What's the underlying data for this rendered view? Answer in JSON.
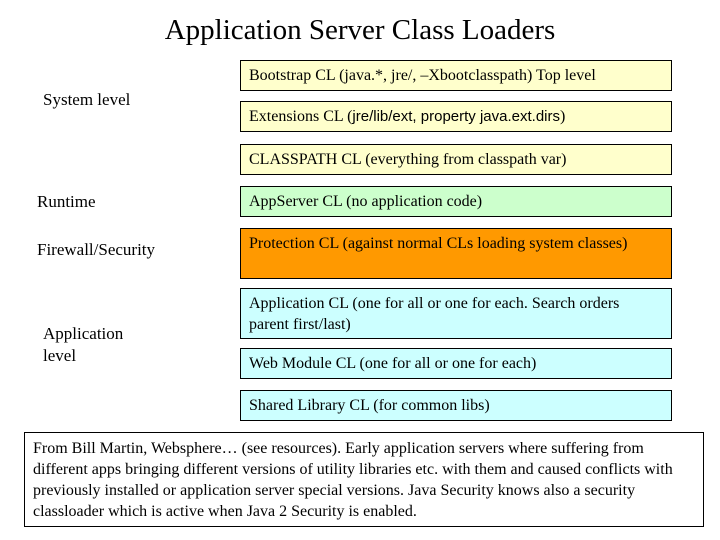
{
  "title": "Application Server Class Loaders",
  "levels": {
    "system": "System level",
    "runtime": "Runtime",
    "firewall": "Firewall/Security",
    "application": "Application level"
  },
  "loaders": {
    "bootstrap": "Bootstrap CL (java.*, jre/, –Xbootclasspath) Top level",
    "extensions_prefix": "Extensions CL (",
    "extensions_path": "jre/lib/ext, property java.ext.dirs",
    "extensions_suffix": ")",
    "classpath": "CLASSPATH CL (everything from classpath var)",
    "appserver": "AppServer CL (no application code)",
    "protection": "Protection CL (against normal CLs loading system classes)",
    "application": "Application CL (one for all or one for each. Search orders parent first/last)",
    "webmodule": "Web Module CL (one for all or one for each)",
    "sharedlib": "Shared Library CL (for common libs)"
  },
  "colors": {
    "system": "#ffffcc",
    "runtime": "#ccffcc",
    "security": "#ff9900",
    "application": "#ccffff"
  },
  "note": "From Bill Martin, Websphere… (see resources). Early application servers where suffering from different apps bringing different versions of utility libraries etc. with them and caused conflicts with previously installed or application server special versions. Java Security knows also a security classloader which is active when Java 2 Security is enabled."
}
